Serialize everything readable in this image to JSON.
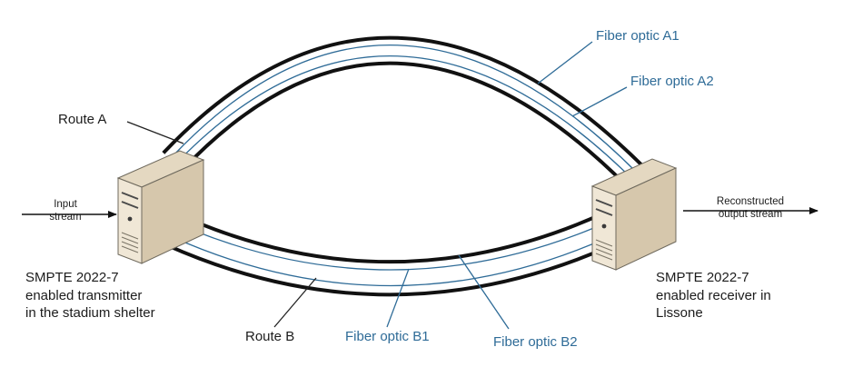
{
  "labels": {
    "fiber_a1": "Fiber optic A1",
    "fiber_a2": "Fiber optic A2",
    "route_a": "Route A",
    "route_b": "Route B",
    "fiber_b1": "Fiber optic B1",
    "fiber_b2": "Fiber optic B2",
    "input_stream_line1": "Input",
    "input_stream_line2": "stream",
    "output_stream_line1": "Reconstructed",
    "output_stream_line2": "output stream",
    "transmitter_line1": "SMPTE 2022-7",
    "transmitter_line2": "enabled transmitter",
    "transmitter_line3": "in the stadium shelter",
    "receiver_line1": "SMPTE 2022-7",
    "receiver_line2": "enabled receiver in",
    "receiver_line3": "Lissone"
  },
  "colors": {
    "fiber_line": "#2e6b97",
    "route_outline": "#111111",
    "leader_dark": "#222222",
    "server_front": "#f0e7d6",
    "server_side": "#d6c7ac",
    "server_top": "#e4d8c1",
    "text_dark": "#1c1c1c",
    "text_blue": "#2e6b97"
  },
  "icons": {
    "transmitter": "server-tower-icon",
    "receiver": "server-tower-icon"
  }
}
